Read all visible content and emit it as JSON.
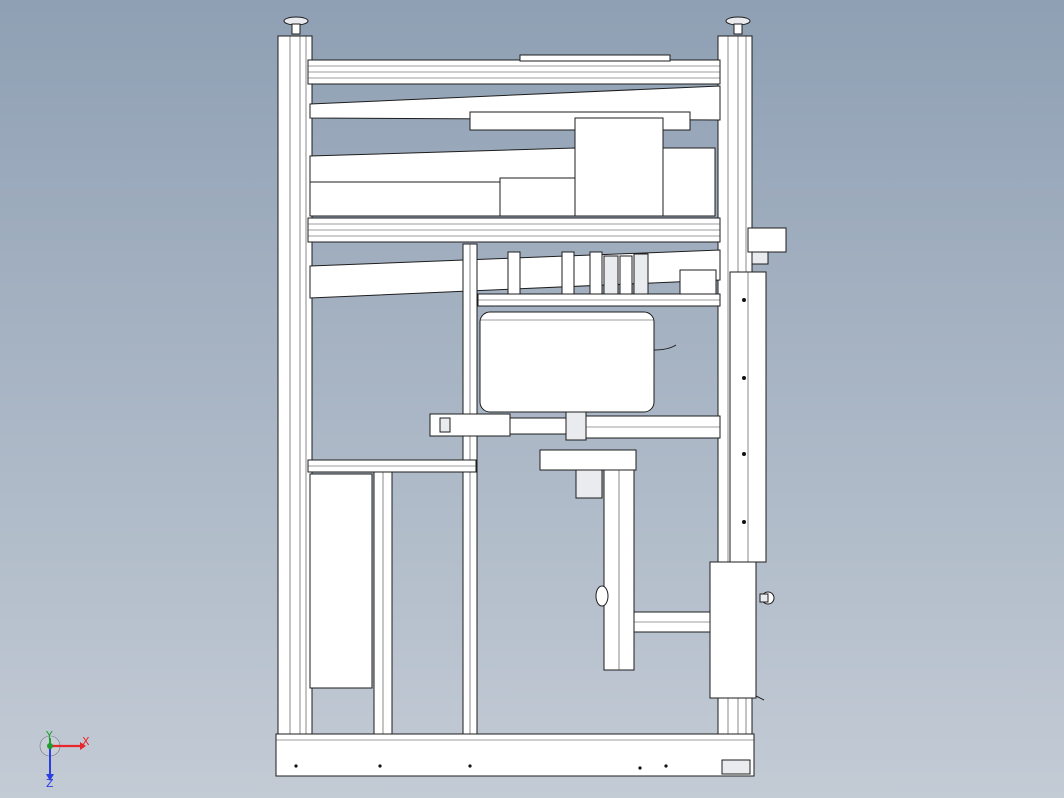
{
  "triad": {
    "x_label": "X",
    "y_label": "Y",
    "z_label": "Z",
    "x_color": "#e8262b",
    "y_color": "#1e9e2c",
    "z_color": "#2b3fe0"
  },
  "background": {
    "top": "#8fa0b4",
    "bottom": "#c3cbd5"
  }
}
